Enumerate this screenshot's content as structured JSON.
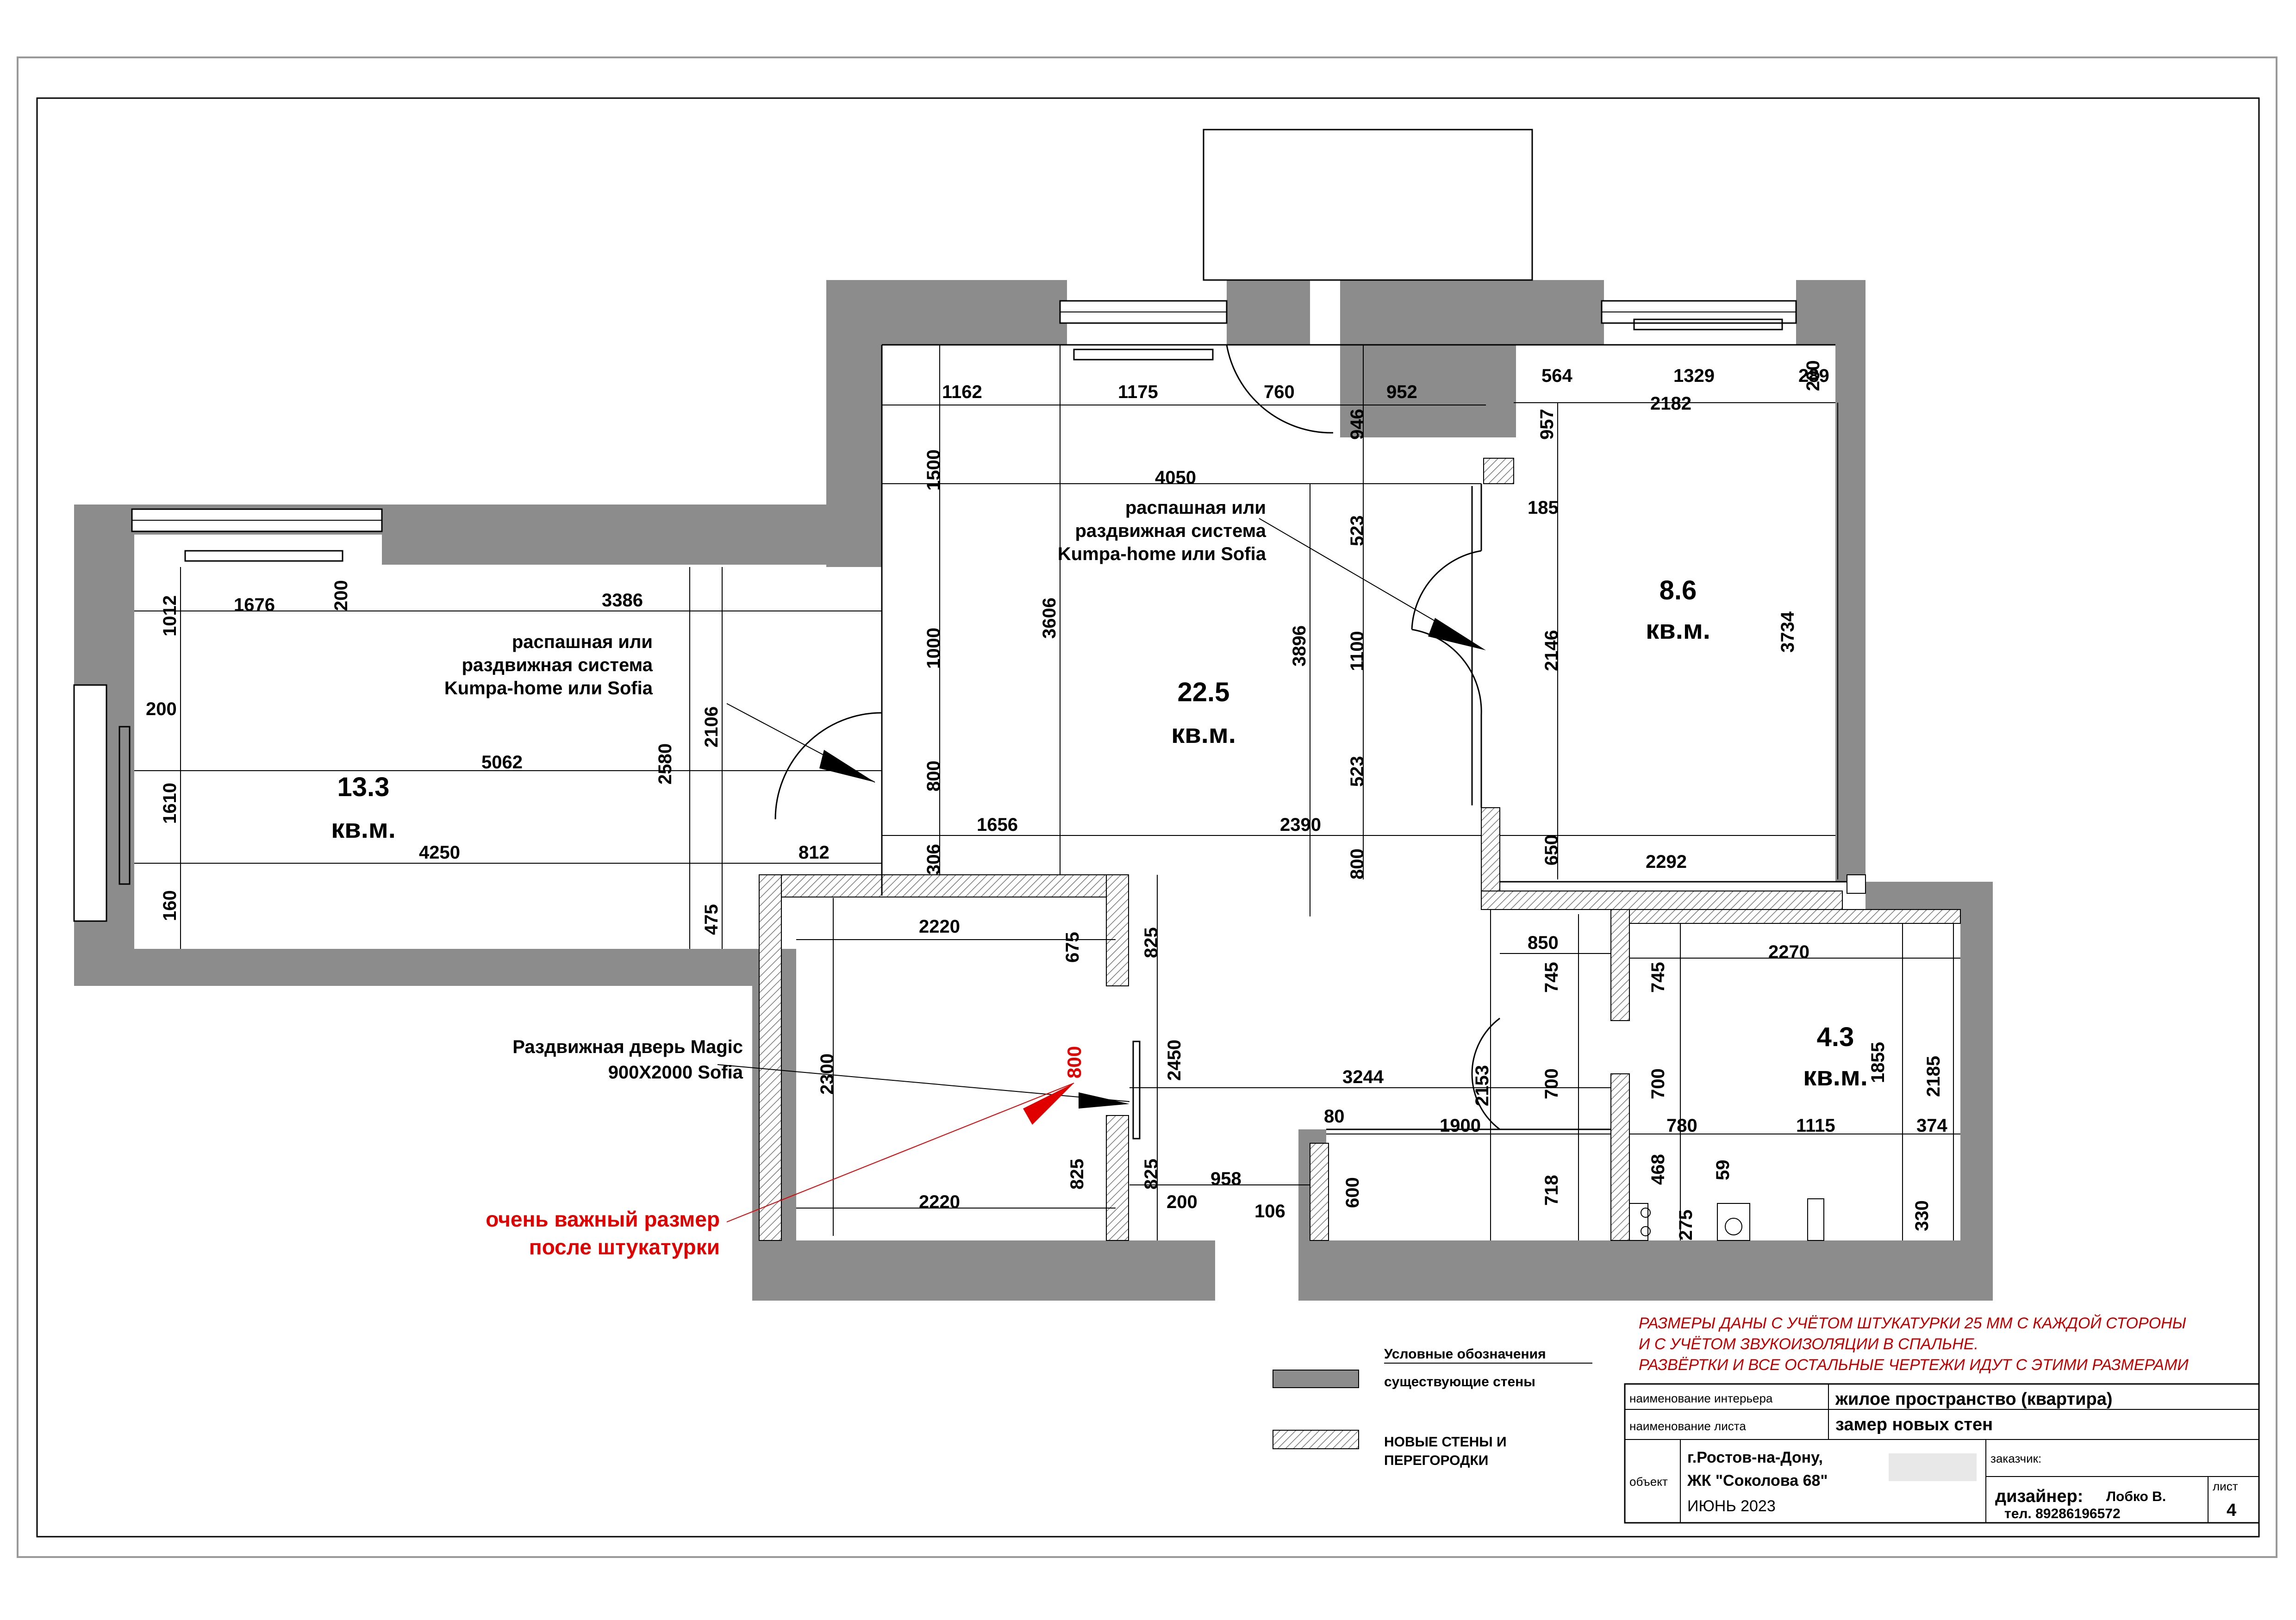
{
  "rooms": [
    {
      "area": "13.3",
      "unit": "кв.м."
    },
    {
      "area": "22.5",
      "unit": "кв.м."
    },
    {
      "area": "8.6",
      "unit": "кв.м."
    },
    {
      "area": "4.3",
      "unit": "кв.м."
    }
  ],
  "notes": {
    "system1_l1": "распашная или",
    "system1_l2": "раздвижная система",
    "system1_l3": "Kumpa-home или Sofia",
    "system2_l1": "распашная или",
    "system2_l2": "раздвижная система",
    "system2_l3": "Kumpa-home или Sofia",
    "door_l1": "Раздвижная дверь Magic",
    "door_l2": "900X2000 Sofia",
    "important_l1": "очень важный размер",
    "important_l2": "после штукатурки",
    "important_value": "800",
    "info_l1": "РАЗМЕРЫ ДАНЫ С УЧЁТОМ ШТУКАТУРКИ 25 ММ С КАЖДОЙ СТОРОНЫ",
    "info_l2": "И С УЧЁТОМ ЗВУКОИЗОЛЯЦИИ В СПАЛЬНЕ.",
    "info_l3": "РАЗВЁРТКИ И ВСЕ ОСТАЛЬНЫЕ ЧЕРТЕЖИ ИДУТ С ЭТИМИ РАЗМЕРАМИ"
  },
  "dims": {
    "d1162": "1162",
    "d1175": "1175",
    "d760": "760",
    "d946": "946",
    "d952": "952",
    "d564": "564",
    "d1329": "1329",
    "d200a": "200",
    "d289": "289",
    "d957": "957",
    "d2182": "2182",
    "d1500": "1500",
    "d4050": "4050",
    "d185": "185",
    "d523a": "523",
    "d1012": "1012",
    "d1676": "1676",
    "d200b": "200",
    "d3386": "3386",
    "d1000": "1000",
    "d3606": "3606",
    "d3896": "3896",
    "d1100": "1100",
    "d2146": "2146",
    "d3734": "3734",
    "d200c": "200",
    "d2106": "2106",
    "d2580": "2580",
    "d5062": "5062",
    "d1610": "1610",
    "d800a": "800",
    "d523b": "523",
    "d1656": "1656",
    "d2390": "2390",
    "d650": "650",
    "d2292": "2292",
    "d4250": "4250",
    "d812": "812",
    "d306": "306",
    "d800b": "800",
    "d160": "160",
    "d475": "475",
    "d2220a": "2220",
    "d825a": "825",
    "d675": "675",
    "d850": "850",
    "d745a": "745",
    "d745b": "745",
    "d2270": "2270",
    "d2300": "2300",
    "d2450": "2450",
    "d3244": "3244",
    "d2153": "2153",
    "d700a": "700",
    "d700b": "700",
    "d1855": "1855",
    "d2185": "2185",
    "d80": "80",
    "d1900": "1900",
    "d780": "780",
    "d1115": "1115",
    "d374": "374",
    "d825b": "825",
    "d825c": "825",
    "d958": "958",
    "d600": "600",
    "d718": "718",
    "d468": "468",
    "d59": "59",
    "d2220b": "2220",
    "d200d": "200",
    "d106": "106",
    "d275": "275",
    "d330": "330"
  },
  "legend": {
    "title": "Условные обозначения",
    "existing": "существующие стены",
    "new_l1": "НОВЫЕ СТЕНЫ И",
    "new_l2": "ПЕРЕГОРОДКИ"
  },
  "titleblock": {
    "interior_label": "наименование интерьера",
    "interior_value": "жилое пространство (квартира)",
    "sheet_label": "наименование листа",
    "sheet_value": "замер новых стен",
    "object_label": "объект",
    "object_l1": "г.Ростов-на-Дону,",
    "object_l2": "ЖК \"Соколова 68\"",
    "date": "ИЮНЬ 2023",
    "client_label": "заказчик:",
    "designer": "дизайнер:",
    "designer_name": "Лобко В.",
    "phone": "тел. 89286196572",
    "sheet_no_label": "лист",
    "sheet_no": "4"
  }
}
